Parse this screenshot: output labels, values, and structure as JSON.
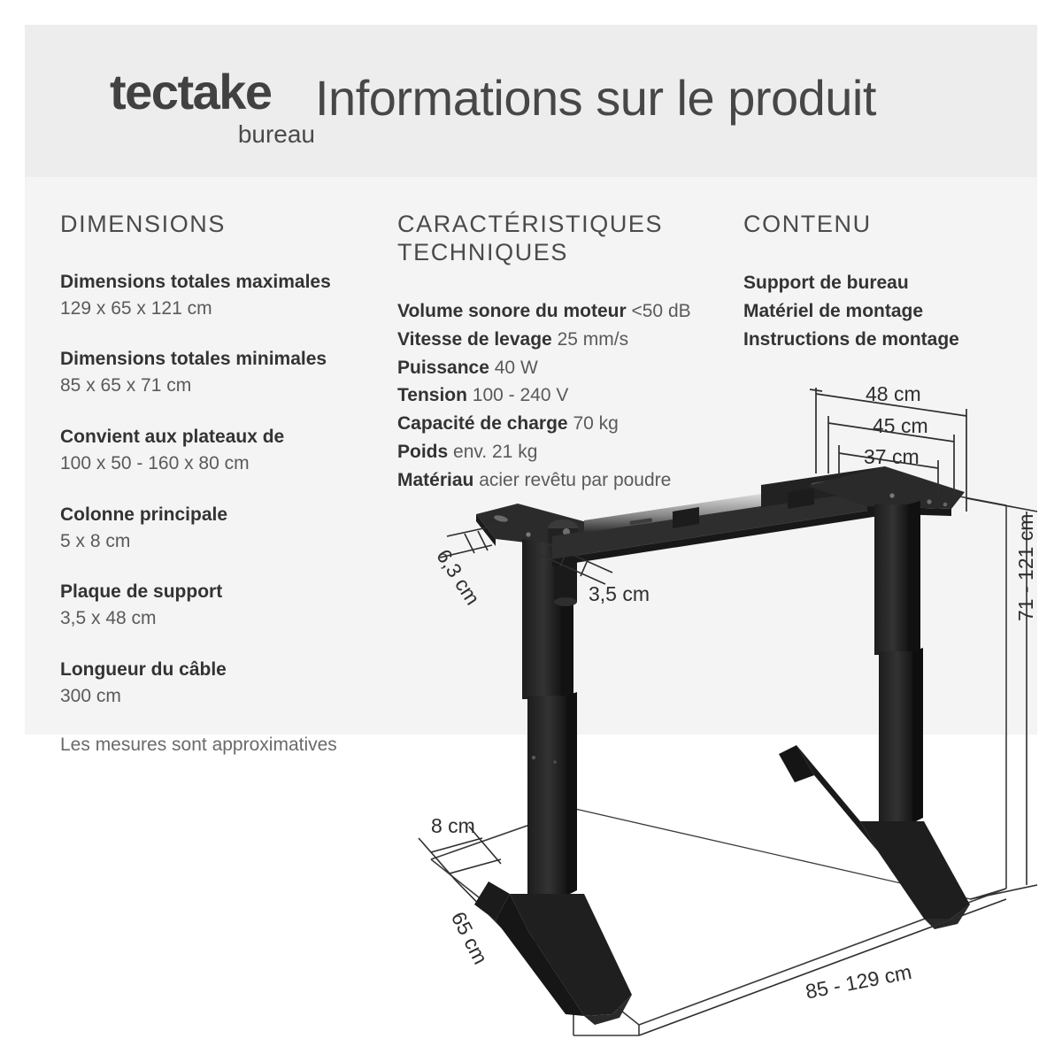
{
  "header": {
    "brand_name": "tectake",
    "brand_sub": "bureau",
    "title": "Informations sur le produit"
  },
  "columns": {
    "dimensions": {
      "heading": "DIMENSIONS",
      "groups": [
        {
          "label": "Dimensions totales maximales",
          "value": "129 x 65 x 121 cm"
        },
        {
          "label": "Dimensions totales minimales",
          "value": "85 x 65 x 71 cm"
        },
        {
          "label": "Convient aux plateaux de",
          "value": "100 x 50 - 160 x 80 cm"
        },
        {
          "label": "Colonne principale",
          "value": "5 x 8 cm"
        },
        {
          "label": "Plaque de support",
          "value": "3,5 x 48 cm"
        },
        {
          "label": "Longueur du câble",
          "value": "300 cm"
        }
      ],
      "note": "Les mesures sont approximatives"
    },
    "techspecs": {
      "heading": "CARACTÉRISTIQUES TECHNIQUES",
      "heading_line1": "CARACTÉRISTIQUES",
      "heading_line2": "TECHNIQUES",
      "lines": [
        {
          "label": "Volume sonore du moteur",
          "value": "<50 dB"
        },
        {
          "label": "Vitesse de levage",
          "value": "25 mm/s"
        },
        {
          "label": "Puissance",
          "value": "40 W"
        },
        {
          "label": "Tension",
          "value": "100 - 240 V"
        },
        {
          "label": "Capacité de charge",
          "value": "70 kg"
        },
        {
          "label": "Poids",
          "value": "env. 21 kg"
        },
        {
          "label": "Matériau",
          "value": "acier revêtu par poudre"
        }
      ]
    },
    "contents": {
      "heading": "CONTENU",
      "items": [
        "Support de bureau",
        "Matériel de montage",
        "Instructions de montage"
      ]
    }
  },
  "drawing": {
    "annotations": {
      "top_plate_outer": "48 cm",
      "top_plate_middle": "45 cm",
      "top_plate_inner": "37 cm",
      "crossbeam_height": "6,3 cm",
      "crossbeam_depth": "3,5 cm",
      "column_height_range": "71 - 121 cm",
      "foot_width": "8 cm",
      "foot_depth": "65 cm",
      "frame_width_range": "85 - 129 cm"
    }
  },
  "colors": {
    "panel_light": "#f4f4f4",
    "panel_header": "#ededed",
    "text_dark": "#333333",
    "text_muted": "#5a5a5a",
    "frame_black": "#232323"
  }
}
